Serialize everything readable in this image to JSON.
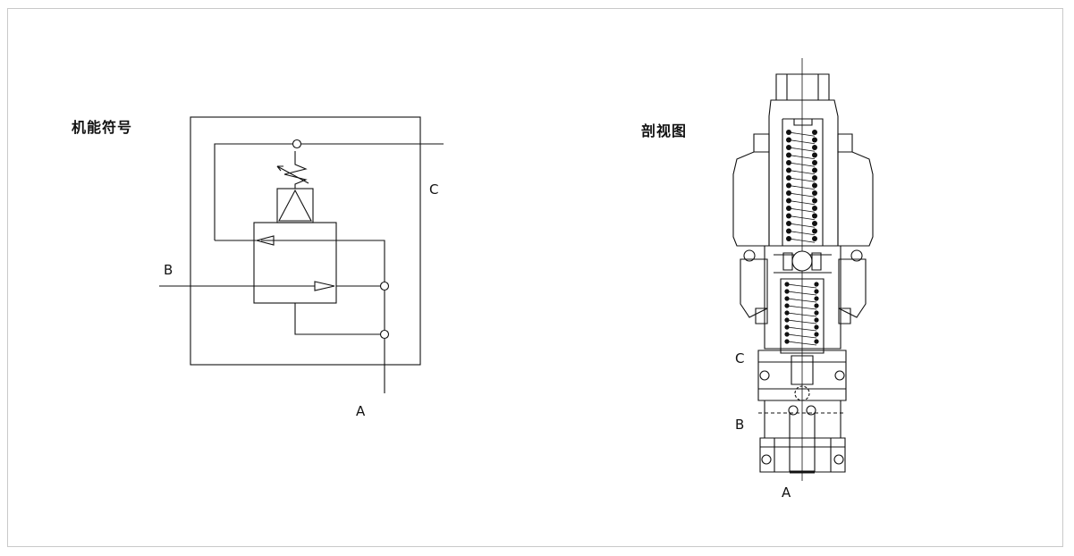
{
  "symbol": {
    "title": "机能符号",
    "port_c": "C",
    "port_b": "B",
    "port_a": "A"
  },
  "section": {
    "title": "剖视图",
    "port_c": "C",
    "port_b": "B",
    "port_a": "A"
  }
}
